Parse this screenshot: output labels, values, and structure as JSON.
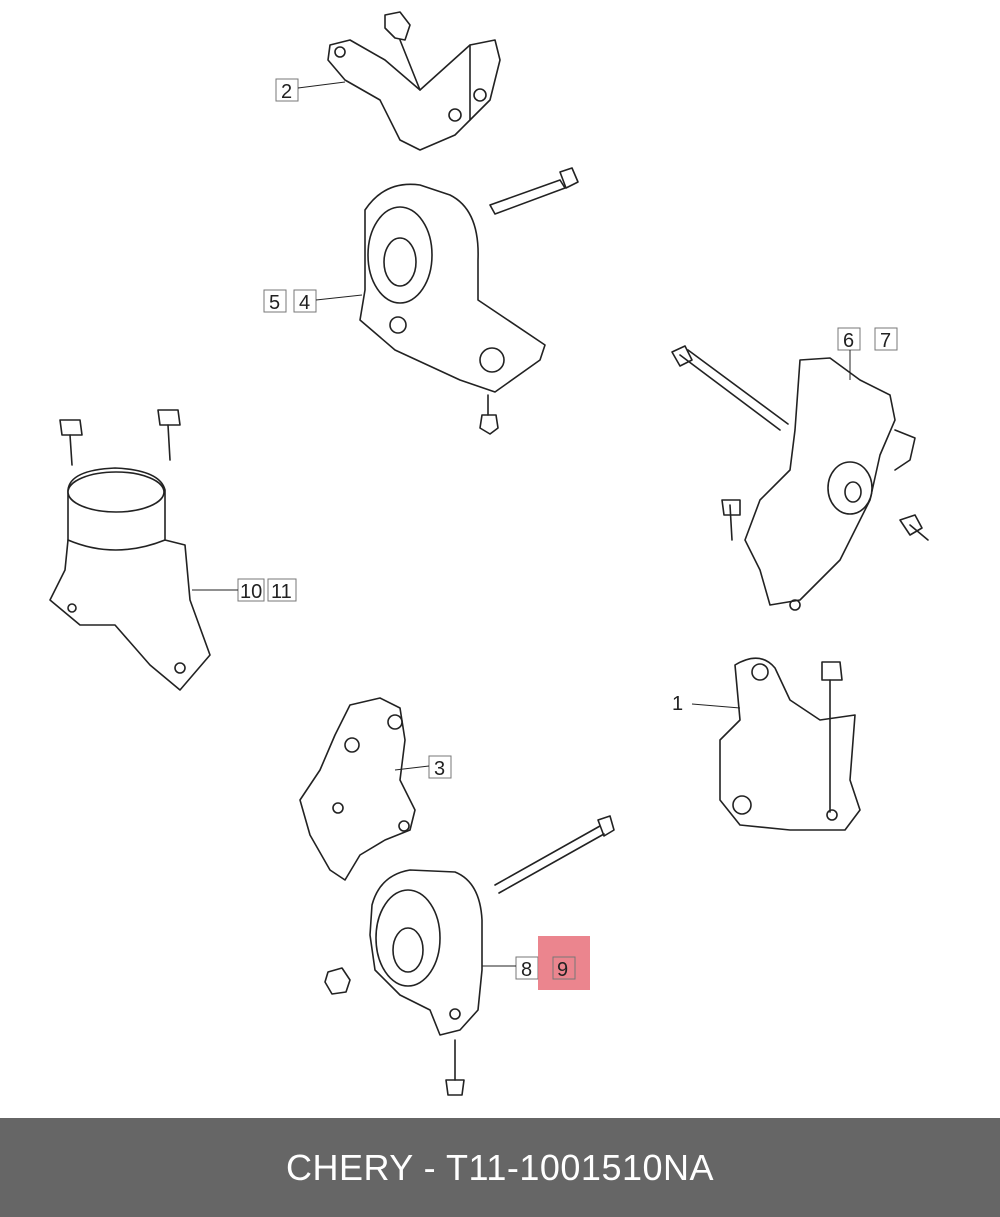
{
  "callouts": {
    "c1": "1",
    "c2": "2",
    "c3": "3",
    "c4": "4",
    "c5": "5",
    "c6": "6",
    "c7": "7",
    "c8": "8",
    "c9": "9",
    "c10": "10",
    "c11": "11"
  },
  "highlight": {
    "callout": "9",
    "color": "#e8707a"
  },
  "footer": {
    "title": "CHERY - T11-1001510NA"
  }
}
